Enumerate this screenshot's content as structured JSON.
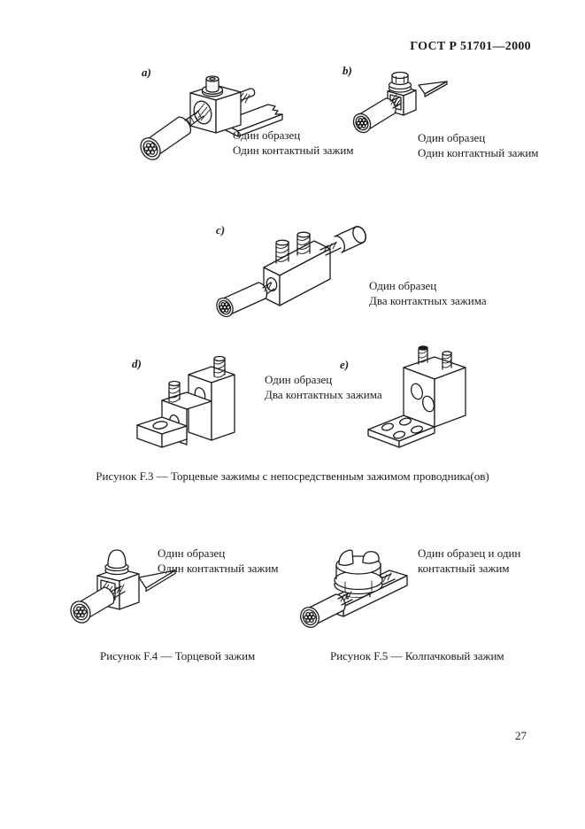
{
  "document": {
    "header": "ГОСТ Р 51701—2000",
    "page_number": "27"
  },
  "colors": {
    "ink": "#1c1c1c",
    "paper": "#ffffff"
  },
  "figure_f3": {
    "caption": "Рисунок F.3 — Торцевые зажимы с непосредственным зажимом проводника(ов)",
    "items": {
      "a": {
        "label": "a)",
        "note": {
          "line1": "Один образец",
          "line2": "Один контактный зажим"
        }
      },
      "b": {
        "label": "b)",
        "note": {
          "line1": "Один образец",
          "line2": "Один контактный зажим"
        }
      },
      "c": {
        "label": "c)",
        "note": {
          "line1": "Один образец",
          "line2": "Два контактных зажима"
        }
      },
      "d": {
        "label": "d)"
      },
      "e": {
        "label": "e)"
      },
      "de_note": {
        "line1": "Один образец",
        "line2": "Два контактных зажима"
      }
    }
  },
  "figure_f4": {
    "caption": "Рисунок F.4 — Торцевой зажим",
    "note": {
      "line1": "Один образец",
      "line2": "Один контактный зажим"
    }
  },
  "figure_f5": {
    "caption": "Рисунок F.5 — Колпачковый зажим",
    "note": {
      "line1": "Один образец и один",
      "line2": "контактный зажим"
    }
  }
}
